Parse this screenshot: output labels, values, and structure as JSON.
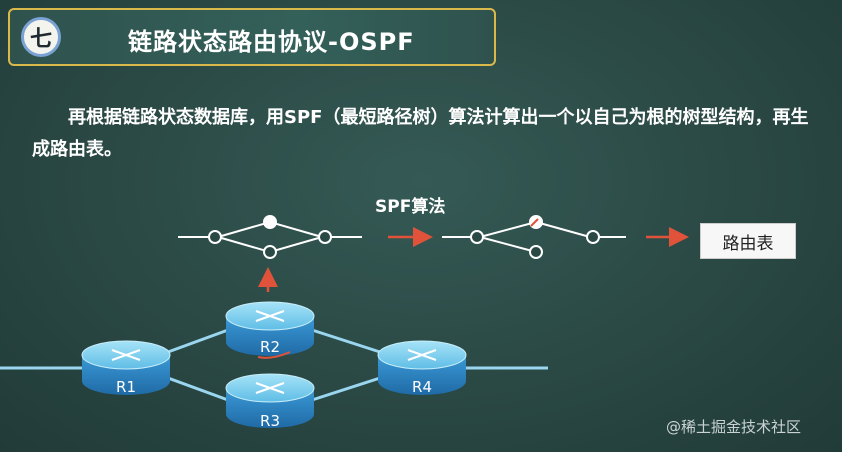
{
  "slide": {
    "number": "七",
    "title": "链路状态路由协议-OSPF",
    "body_text": "再根据链路状态数据库，用SPF（最短路径树）算法计算出一个以自己为根的树型结构，再生成路由表。",
    "algorithm_label": "SPF算法",
    "routing_table_label": "路由表"
  },
  "routers": [
    "R1",
    "R2",
    "R3",
    "R4"
  ],
  "watermark": "@稀土掘金技术社区",
  "colors": {
    "background": "#2a4844",
    "title_border": "#d9b94a",
    "arrow": "#e0533a",
    "router_top": "#7fd0ef",
    "router_side": "#2f86c4",
    "link": "#9ad6ef"
  }
}
